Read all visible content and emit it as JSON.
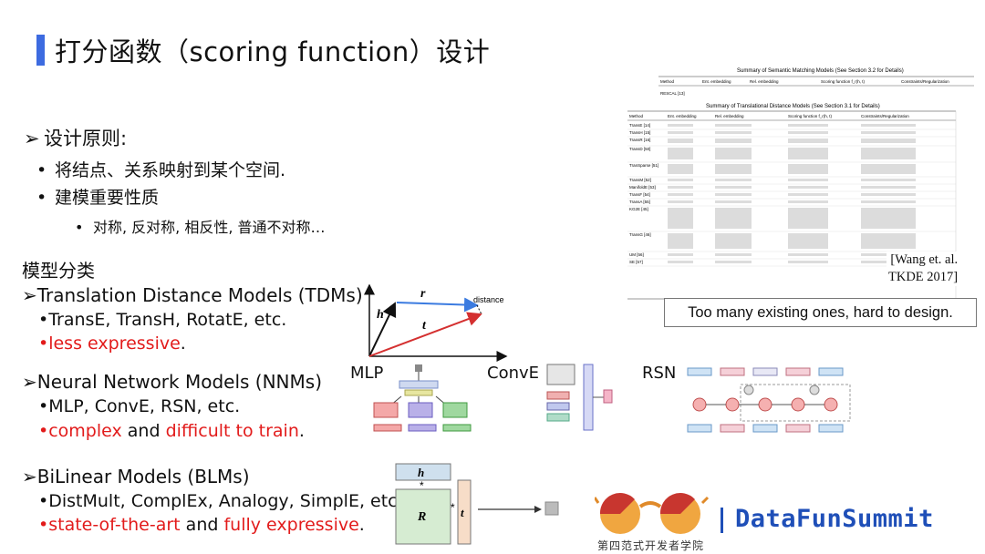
{
  "title": "打分函数（scoring function）设计",
  "principles": {
    "heading": "设计原则:",
    "bullets": [
      "将结点、关系映射到某个空间.",
      "建模重要性质"
    ],
    "sub_bullet": "对称, 反对称, 相反性, 普通不对称…"
  },
  "model_categories": {
    "heading": "模型分类",
    "tdm": {
      "heading": "Translation Distance Models (TDMs)",
      "examples": "TransE, TransH, RotatE, etc.",
      "note": "less expressive",
      "note_suffix": "."
    },
    "nnm": {
      "heading": "Neural Network Models (NNMs)",
      "examples": "MLP, ConvE, RSN, etc.",
      "note_a": "complex",
      "note_mid": " and ",
      "note_b": "difficult to train",
      "note_suffix": "."
    },
    "blm": {
      "heading": "BiLinear Models (BLMs)",
      "examples": "DistMult, ComplEx, Analogy, SimplE, etc.",
      "note_a": "state-of-the-art",
      "note_mid": " and ",
      "note_b": "fully expressive",
      "note_suffix": "."
    }
  },
  "diagrams": {
    "translation": {
      "h": "h",
      "r": "r",
      "t": "t",
      "distance": "distance"
    },
    "mlp_label": "MLP",
    "conve_label": "ConvE",
    "rsn_label": "RSN",
    "bilinear": {
      "h": "h",
      "R": "R",
      "t": "t",
      "star1": "*",
      "star2": "*"
    }
  },
  "papers": {
    "table1_title": "Summary of Semantic Matching Models (See Section 3.2 for Details)",
    "table2_title": "Summary of Translational Distance Models (See Section 3.1 for Details)",
    "table1_headers": [
      "Method",
      "Ent. embedding",
      "Rel. embedding",
      "Scoring function f_r(h, t)",
      "Constraints/Regularization"
    ],
    "table1_first_row": "RESCAL [13]",
    "table2_headers": [
      "Method",
      "Ent. embedding",
      "Rel. embedding",
      "Scoring function f_r(h, t)",
      "Constraints/Regularization"
    ],
    "table2_rows": [
      "TransE [14]",
      "TransH [15]",
      "TransR [16]",
      "TransD [50]",
      "TranSparse [51]",
      "TransM [52]",
      "ManifoldE [53]",
      "TransF [54]",
      "TransA [55]",
      "KG2E [45]",
      "TransG [46]",
      "UM [56]",
      "SE [57]"
    ],
    "citation_line1": "[Wang et. al.",
    "citation_line2": "TKDE 2017]",
    "caption": "Too many existing ones, hard to design."
  },
  "brand": {
    "name": "DataFunSummit",
    "subtitle": "第四范式开发者学院"
  },
  "colors": {
    "accent": "#3d6be0",
    "highlight": "#e21b1b",
    "brand": "#1f4fb8"
  }
}
